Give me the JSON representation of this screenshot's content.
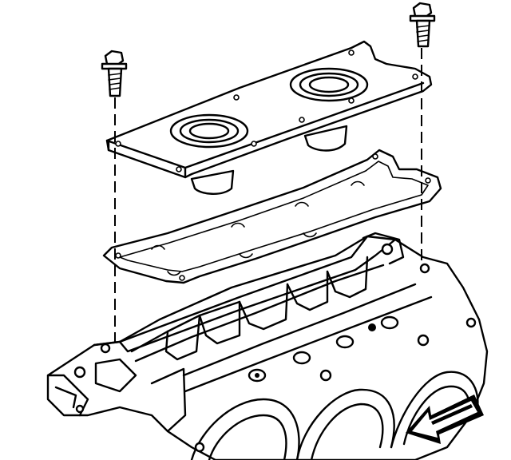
{
  "figure": {
    "kind": "exploded assembly illustration",
    "colors": {
      "ink": "#000000",
      "paper": "#ffffff"
    },
    "parts": [
      "bolt",
      "bolt",
      "cover",
      "gasket",
      "engine-block"
    ],
    "markers": [
      "direction-arrow"
    ]
  }
}
